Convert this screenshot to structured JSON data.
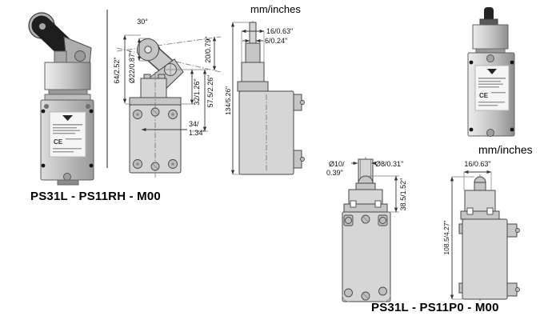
{
  "colors": {
    "background": "#ffffff",
    "drawing_fill": "#d6d6d6",
    "drawing_line": "#474747",
    "text": "#000000"
  },
  "left_unit": {
    "model": "PS31L - PS11RH - M00",
    "units": "mm/inches",
    "dims": {
      "angle": "30°",
      "lever_offset": "20/0.79\"",
      "roller_dia": "Ø22/0.87\"",
      "lever_length": "64/2.52\"",
      "pivot_to_flange": "32/1.26\"",
      "pivot_to_hole": "57.5/2.26\"",
      "hole_line1": "34/",
      "hole_line2": "1.34\"",
      "head_width": "16/0.63\"",
      "plunger_dia": "6/0.24\"",
      "total_height": "134/5.26\""
    }
  },
  "right_unit": {
    "model": "PS31L - PS11P0 - M00",
    "units": "mm/inches",
    "dims": {
      "plunger_dia_line1": "Ø10/",
      "plunger_dia_line2": "0.39\"",
      "pin_dia": "Ø8/0.31\"",
      "head_height": "38.5/1.52\"",
      "head_width": "16/0.63\"",
      "body_height": "108.5/4.27\""
    }
  },
  "photo_marks": {
    "ce": "CE"
  }
}
